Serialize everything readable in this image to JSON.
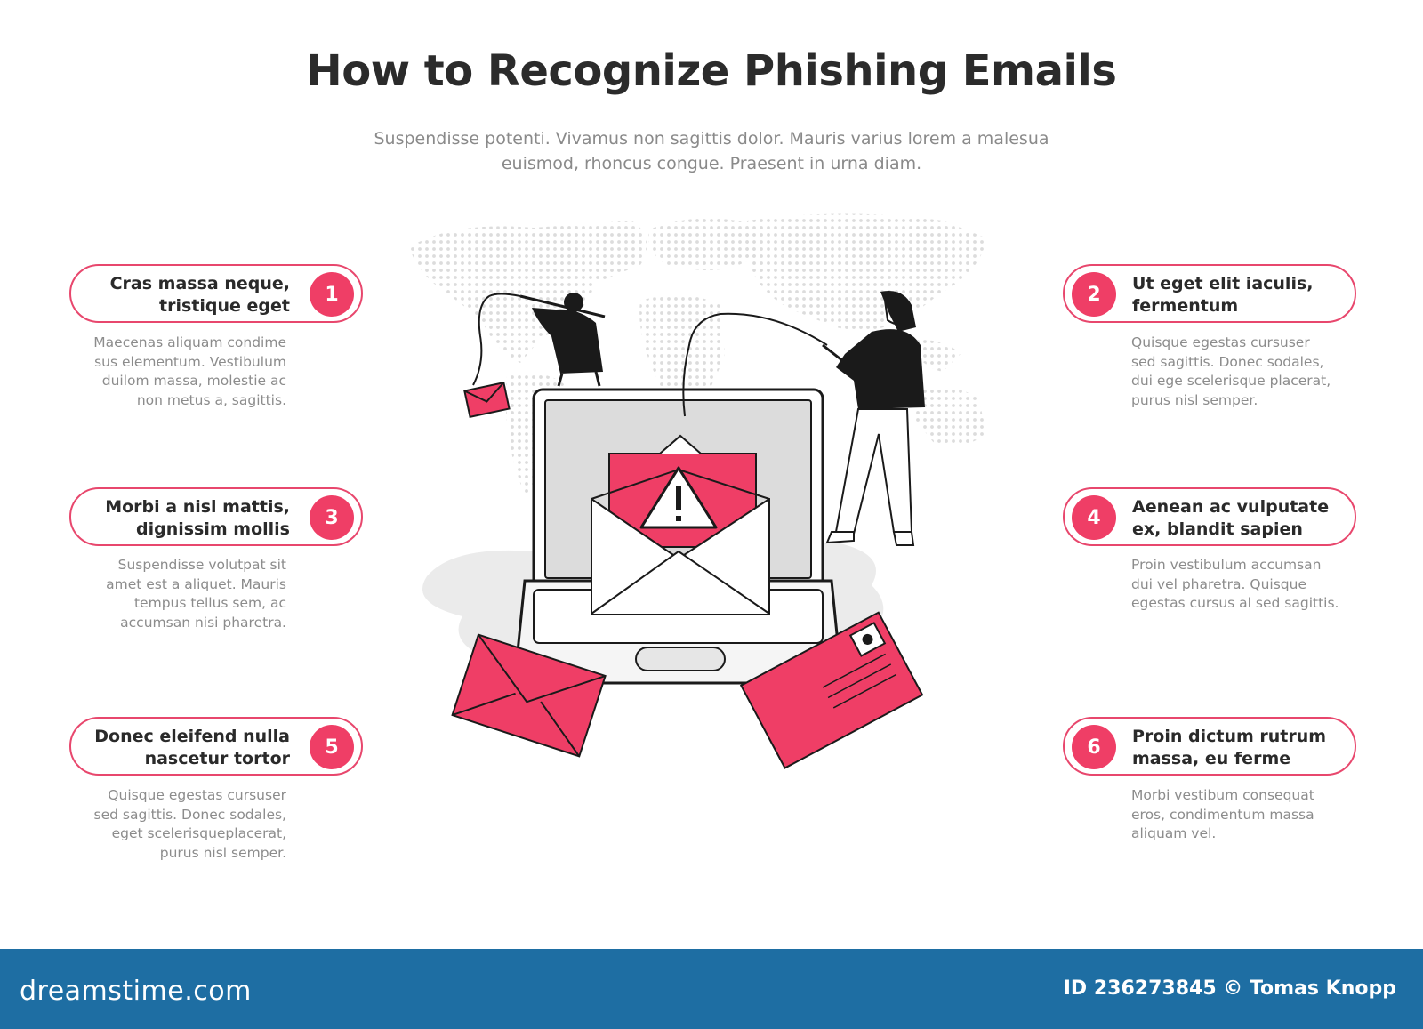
{
  "title": "How to Recognize Phishing Emails",
  "subtitle": "Suspendisse potenti. Vivamus non sagittis dolor. Mauris varius lorem a malesua euismod, rhoncus congue. Praesent in urna diam.",
  "accent_color": "#ef3e66",
  "steps": [
    {
      "number": "1",
      "heading": "Cras massa neque,\ntristique eget",
      "text": "Maecenas aliquam condime\nsus elementum. Vestibulum\nduilom massa, molestie ac\nnon metus a, sagittis."
    },
    {
      "number": "2",
      "heading": "Ut eget elit iaculis,\nfermentum",
      "text": "Quisque egestas cursuser\nsed sagittis. Donec sodales,\ndui ege scelerisque placerat,\npurus nisl semper."
    },
    {
      "number": "3",
      "heading": "Morbi a nisl mattis,\ndignissim mollis",
      "text": "Suspendisse volutpat sit\namet est a aliquet. Mauris\ntempus tellus sem, ac\naccumsan nisi pharetra."
    },
    {
      "number": "4",
      "heading": "Aenean ac vulputate\nex, blandit sapien",
      "text": "Proin vestibulum accumsan\ndui vel pharetra. Quisque\negestas cursus al sed sagittis."
    },
    {
      "number": "5",
      "heading": "Donec eleifend nulla\nnascetur tortor",
      "text": "Quisque egestas cursuser\nsed sagittis. Donec sodales,\neget scelerisqueplacerat,\npurus nisl semper."
    },
    {
      "number": "6",
      "heading": "Proin dictum rutrum\nmassa, eu ferme",
      "text": "Morbi vestibum consequat\neros, condimentum massa\naliquam vel."
    }
  ],
  "footer": {
    "logo": "dreamstime.com",
    "credit": "ID 236273845 © Tomas Knopp"
  }
}
